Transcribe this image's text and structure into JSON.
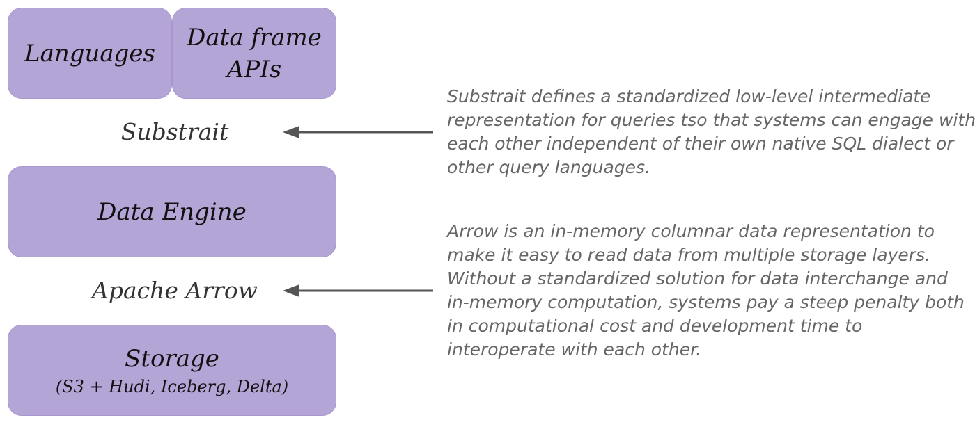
{
  "stack": {
    "top_left": {
      "label": "Languages"
    },
    "top_right": {
      "line1": "Data frame",
      "line2": "APIs"
    },
    "substrait_label": "Substrait",
    "engine": {
      "label": "Data Engine"
    },
    "arrow_label": "Apache Arrow",
    "storage": {
      "label": "Storage",
      "sub": "(S3 + Hudi, Iceberg, Delta)"
    }
  },
  "descriptions": {
    "substrait": [
      "Substrait defines a standardized low-level intermediate",
      "representation for queries tso that systems can engage with",
      "each other independent of their own native SQL dialect or",
      "other query languages."
    ],
    "arrow": [
      "Arrow is an in-memory columnar data representation to",
      "make it easy to read data from multiple storage layers.",
      "Without a standardized solution for data interchange and",
      "in-memory computation, systems pay a steep penalty both",
      "in computational cost and development time to",
      "interoperate with each other."
    ]
  },
  "colors": {
    "box_fill": "#b3a5d6",
    "arrow": "#555555",
    "description_text": "#666666"
  }
}
